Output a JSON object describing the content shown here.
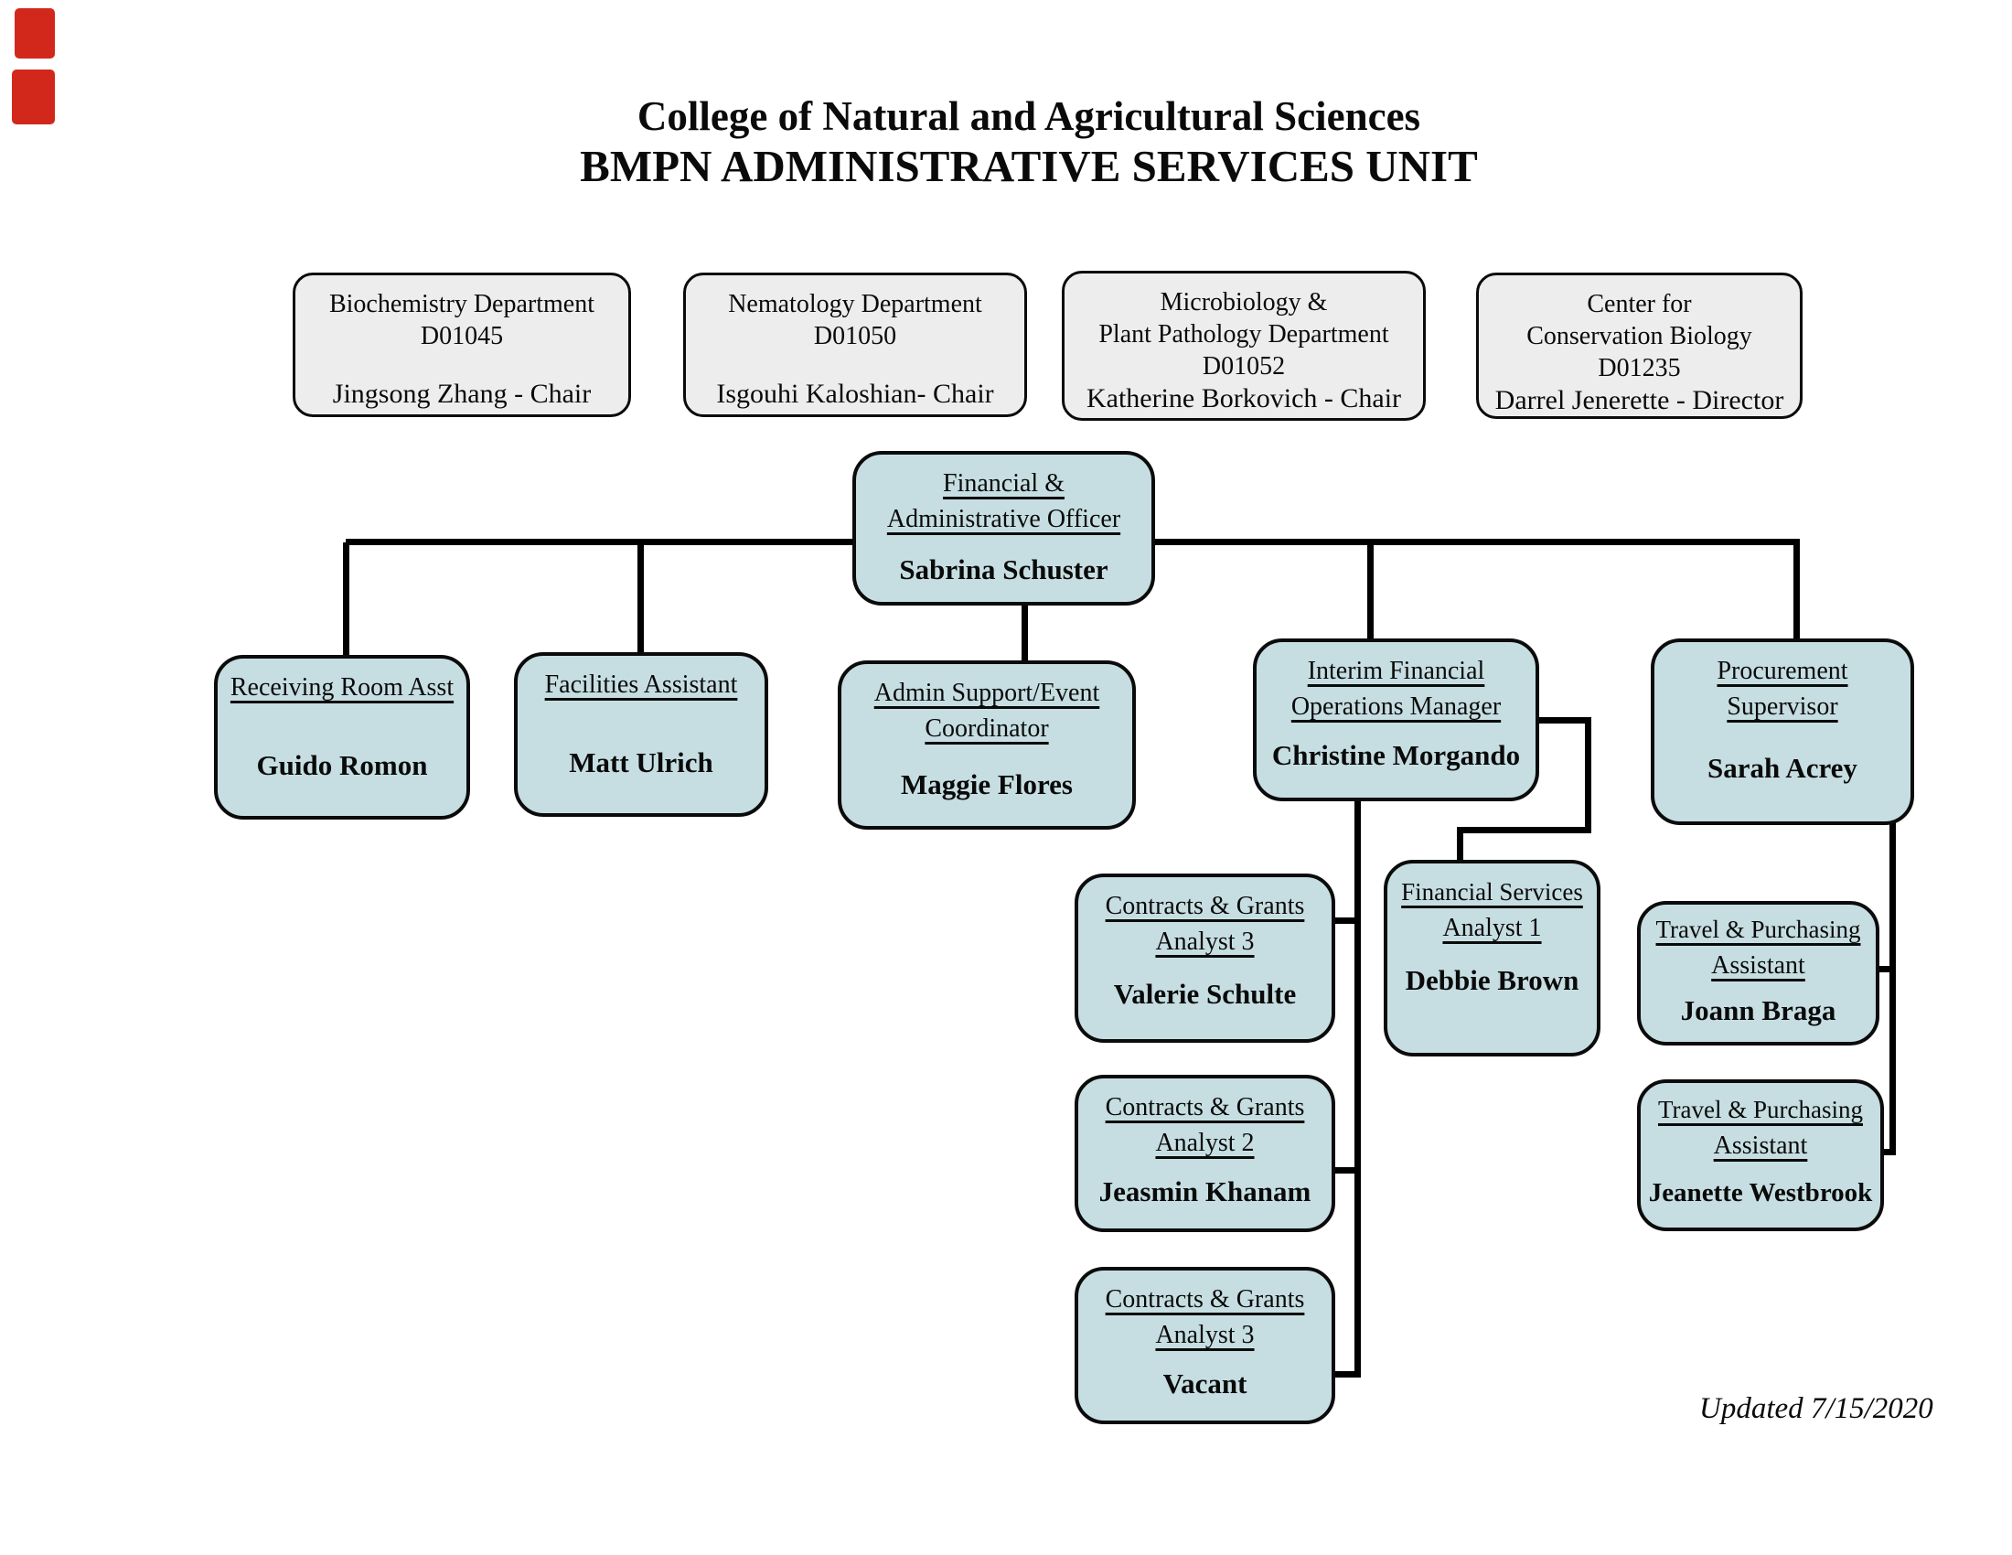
{
  "title": {
    "line1": "College of Natural and Agricultural Sciences",
    "line2": "BMPN ADMINISTRATIVE SERVICES UNIT"
  },
  "updated": "Updated 7/15/2020",
  "colors": {
    "box_blue": "#c6dee2",
    "box_gray": "#ededed",
    "border_black": "#0b0b0b",
    "connector_black": "#000000",
    "artifact_red": "#d2281c"
  },
  "dept_boxes": [
    {
      "lines": [
        "Biochemistry Department",
        "D01045"
      ],
      "name": "Jingsong Zhang - Chair"
    },
    {
      "lines": [
        "Nematology Department",
        "D01050"
      ],
      "name": "Isgouhi Kaloshian- Chair"
    },
    {
      "lines": [
        "Microbiology &",
        "Plant Pathology Department",
        "D01052"
      ],
      "name": "Katherine Borkovich - Chair"
    },
    {
      "lines": [
        "Center for",
        "Conservation Biology",
        "D01235"
      ],
      "name": "Darrel Jenerette - Director"
    }
  ],
  "org_boxes": [
    {
      "title_lines": [
        "Financial &",
        "Administrative Officer"
      ],
      "name": "Sabrina Schuster"
    },
    {
      "title_lines": [
        "Receiving Room Asst"
      ],
      "name": "Guido Romon"
    },
    {
      "title_lines": [
        "Facilities Assistant"
      ],
      "name": "Matt Ulrich"
    },
    {
      "title_lines": [
        "Admin Support/Event",
        "Coordinator"
      ],
      "name": "Maggie Flores"
    },
    {
      "title_lines": [
        "Interim Financial",
        "Operations Manager"
      ],
      "name": "Christine Morgando"
    },
    {
      "title_lines": [
        "Procurement",
        "Supervisor"
      ],
      "name": "Sarah Acrey"
    },
    {
      "title_lines": [
        "Contracts & Grants",
        "Analyst 3"
      ],
      "name": "Valerie Schulte"
    },
    {
      "title_lines": [
        "Financial Services",
        "Analyst 1"
      ],
      "name": "Debbie Brown"
    },
    {
      "title_lines": [
        "Contracts & Grants",
        "Analyst 2"
      ],
      "name": "Jeasmin Khanam"
    },
    {
      "title_lines": [
        "Contracts & Grants",
        "Analyst 3"
      ],
      "name": "Vacant"
    },
    {
      "title_lines": [
        "Travel & Purchasing",
        "Assistant"
      ],
      "name": "Joann Braga"
    },
    {
      "title_lines": [
        "Travel & Purchasing",
        "Assistant"
      ],
      "name": "Jeanette Westbrook"
    }
  ]
}
